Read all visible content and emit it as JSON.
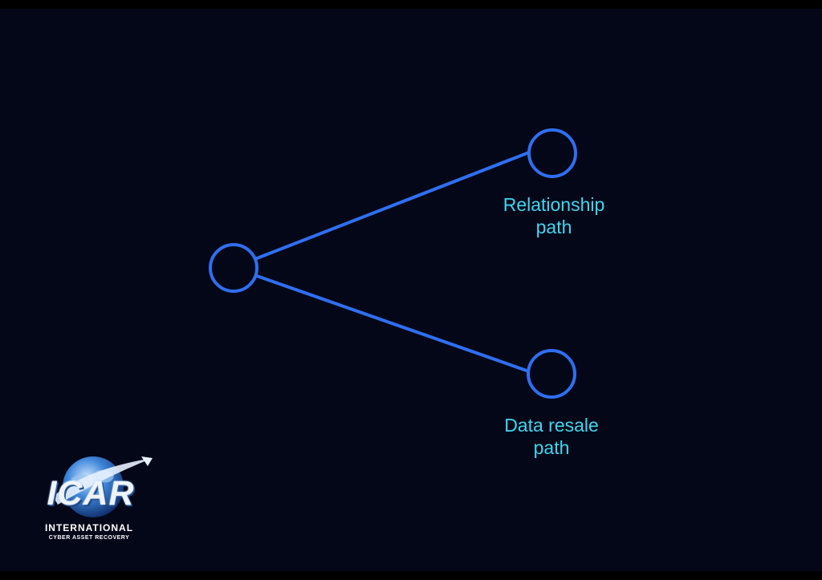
{
  "diagram": {
    "nodes": [
      {
        "id": "root",
        "label": ""
      },
      {
        "id": "relationship",
        "label": "Relationship\npath"
      },
      {
        "id": "resale",
        "label": "Data resale\npath"
      }
    ],
    "edges": [
      {
        "from": "root",
        "to": "relationship"
      },
      {
        "from": "root",
        "to": "resale"
      }
    ]
  },
  "logo": {
    "wordmark": "ICAR",
    "line1": "INTERNATIONAL",
    "line2": "CYBER ASSET RECOVERY"
  },
  "colors": {
    "background": "#030718",
    "stroke": "#2f6ff0",
    "label": "#3fd6f0"
  }
}
